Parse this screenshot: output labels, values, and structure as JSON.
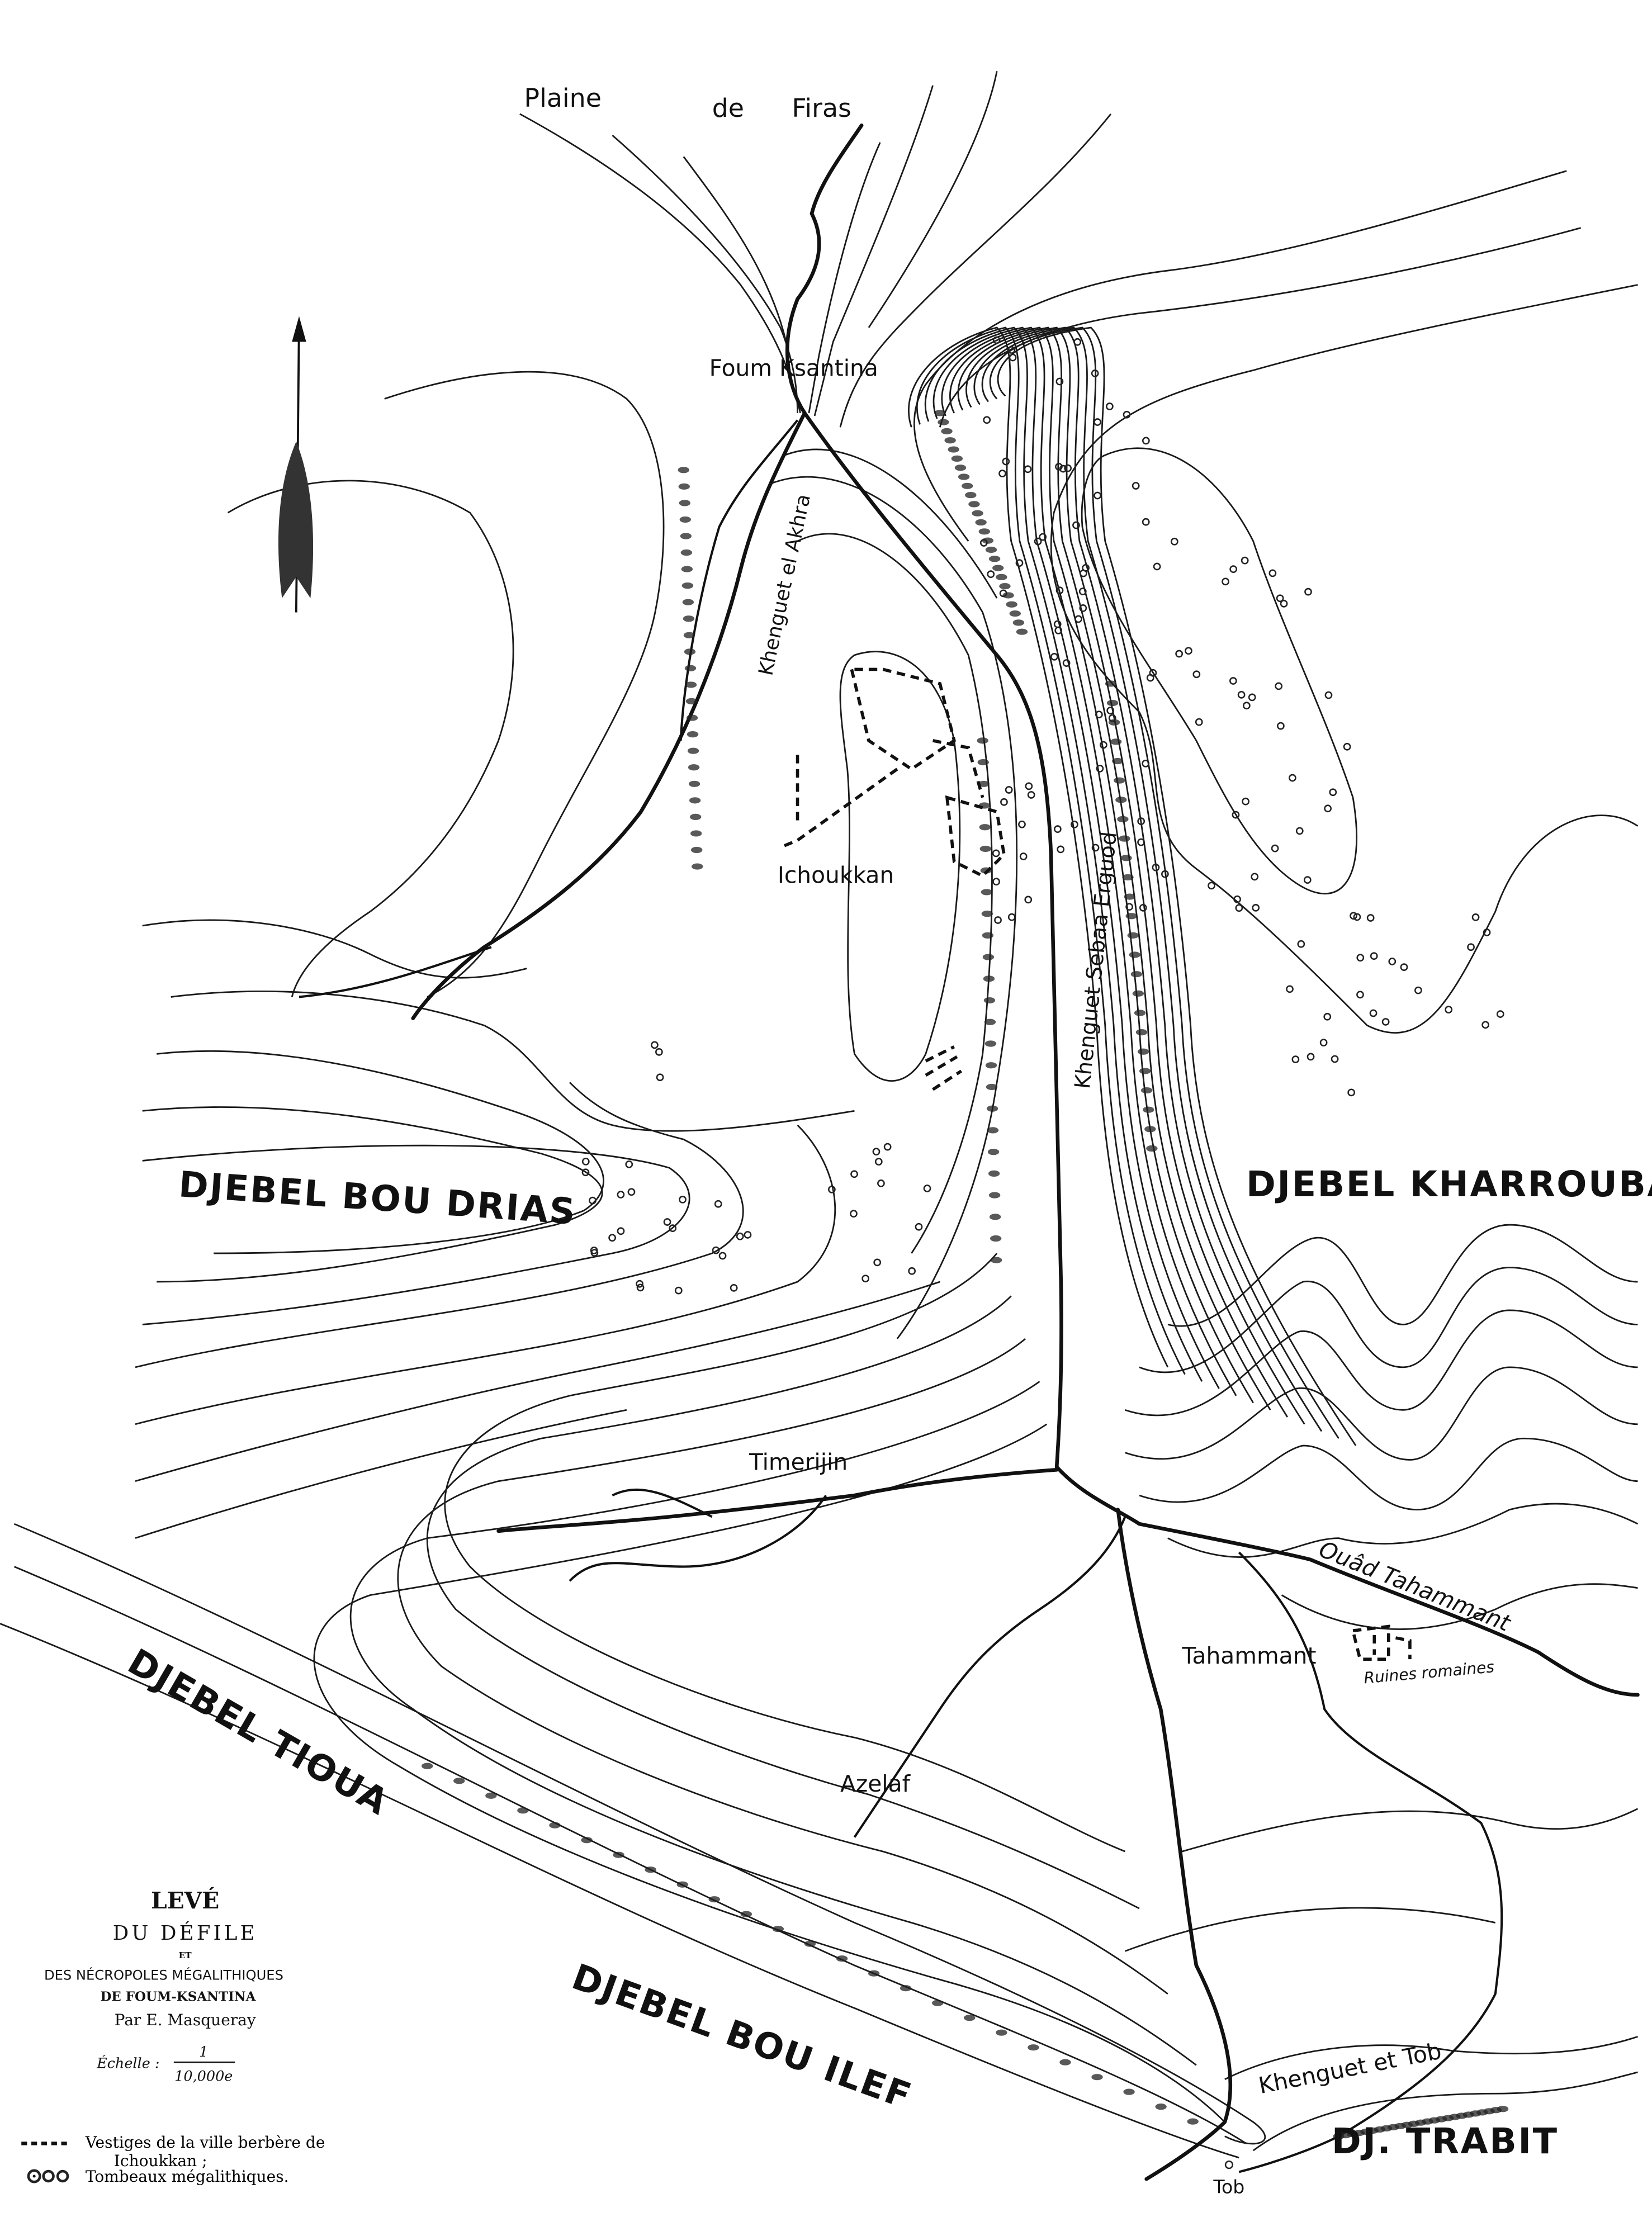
{
  "map": {
    "title_block": {
      "line1": "LEVÉ",
      "line2": "DU DÉFILE",
      "line3": "ET",
      "line4": "DES NÉCROPOLES MÉGALITHIQUES",
      "line5": "DE FOUM-KSANTINA",
      "line6": "Par E. Masqueray",
      "scale_label": "Échelle :",
      "scale_numerator": "1",
      "scale_denominator": "10,000e"
    },
    "legend": [
      {
        "symbol": "dashed-line",
        "text_1": "Vestiges de la ville berbère de",
        "text_2": "Ichoukkan ;"
      },
      {
        "symbol": "circles",
        "text_1": "Tombeaux mégalithiques."
      }
    ],
    "labels": {
      "plaine": "Plaine",
      "de": "de",
      "firas": "Firas",
      "foum_ksantina": "Foum Ksantina",
      "khenguet_el_akhra": "Khenguet el Akhra",
      "ichoukkan": "Ichoukkan",
      "khenguet_sebaa_erguod": "Khenguet Sebaa Erguod",
      "djebel_bou_drias": "DJEBEL BOU DRIAS",
      "djebel_kharrouba": "DJEBEL KHARROUBA",
      "timerijin": "Timerijin",
      "ouad_tahammant": "Ouâd Tahammant",
      "tahammant": "Tahammant",
      "ruines_romaines": "Ruines romaines",
      "azelaf": "Azelaf",
      "djebel_tioua": "DJEBEL TIOUA",
      "djebel_bou_ilef": "DJEBEL BOU ILEF",
      "khenguet_et_tob": "Khenguet et Tob",
      "dj_trabit": "DJ. TRABIT",
      "tob": "Tob"
    },
    "north_arrow": "north-arrow-icon"
  }
}
